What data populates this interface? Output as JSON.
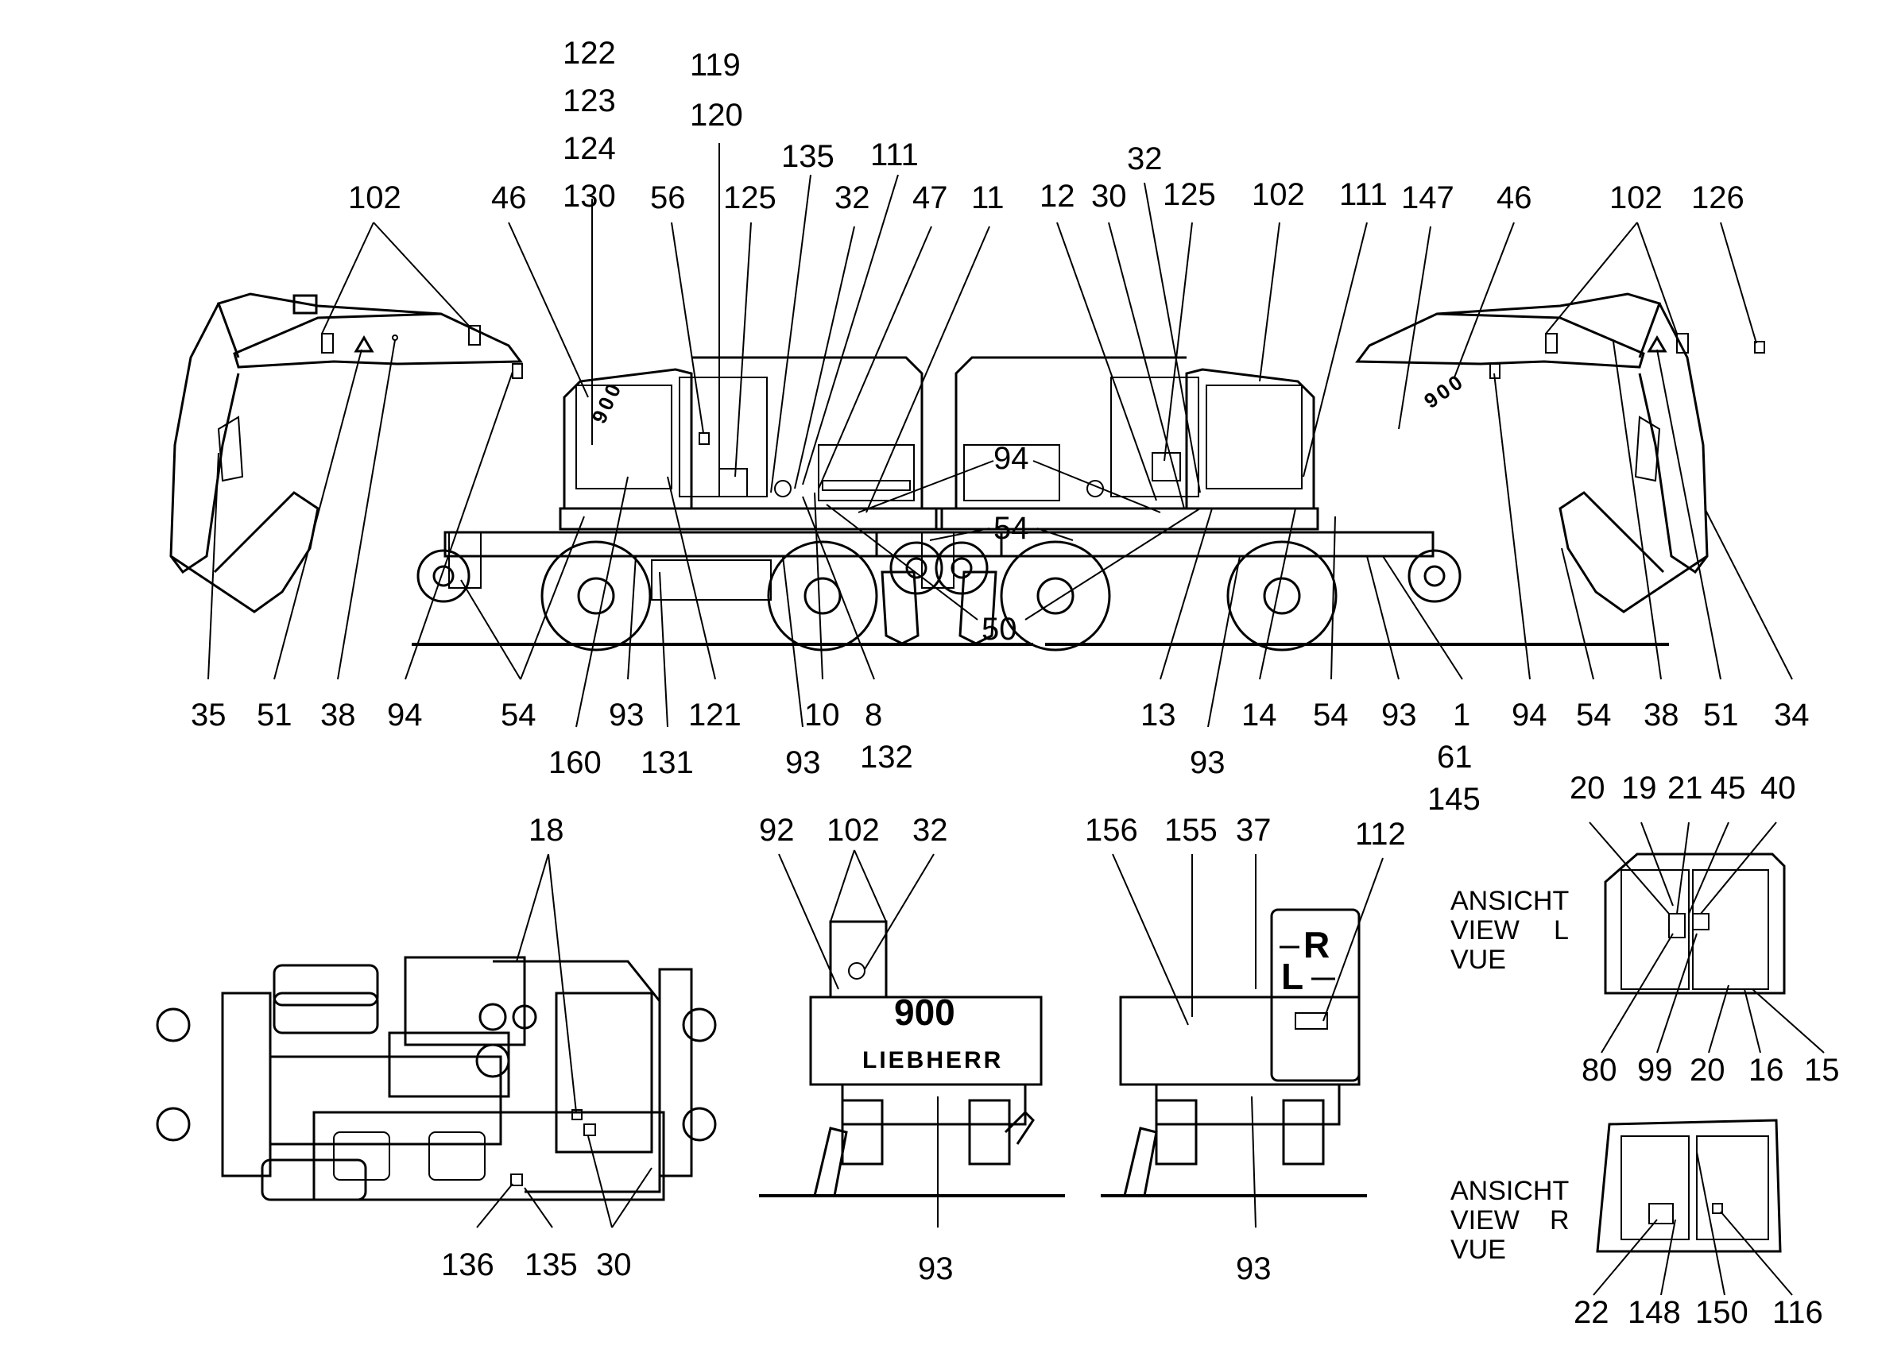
{
  "machine": {
    "model": "900",
    "brand": "LIEBHERR"
  },
  "labels": {
    "left_side_top": [
      "102",
      "46",
      "122",
      "123",
      "124",
      "130",
      "56",
      "119",
      "120",
      "125",
      "135",
      "111",
      "32",
      "47",
      "11"
    ],
    "left_side_bottom": [
      "35",
      "51",
      "38",
      "94",
      "54",
      "160",
      "93",
      "131",
      "121",
      "93",
      "10",
      "8",
      "132"
    ],
    "center_callouts": [
      "94",
      "54",
      "50"
    ],
    "right_side_top": [
      "12",
      "30",
      "32",
      "125",
      "102",
      "111",
      "147",
      "46",
      "102",
      "126"
    ],
    "right_side_bottom": [
      "13",
      "93",
      "14",
      "54",
      "93",
      "1",
      "61",
      "145",
      "94",
      "54",
      "38",
      "51",
      "34"
    ],
    "top_view": [
      "18",
      "136",
      "135",
      "30"
    ],
    "rear_view": [
      "92",
      "102",
      "32",
      "93"
    ],
    "front_view": [
      "156",
      "155",
      "37",
      "112",
      "93"
    ],
    "cab_view_L": [
      "20",
      "19",
      "21",
      "45",
      "40",
      "80",
      "99",
      "20",
      "16",
      "15"
    ],
    "cab_view_R": [
      "22",
      "148",
      "150",
      "116"
    ]
  },
  "view_titles": {
    "L": {
      "line1": "ANSICHT",
      "line2": "VIEW",
      "line2_side": "L",
      "line3": "VUE"
    },
    "R": {
      "line1": "ANSICHT",
      "line2": "VIEW",
      "line2_side": "R",
      "line3": "VUE"
    }
  },
  "decal_text": {
    "arrow_R": "R",
    "arrow_L": "L"
  }
}
